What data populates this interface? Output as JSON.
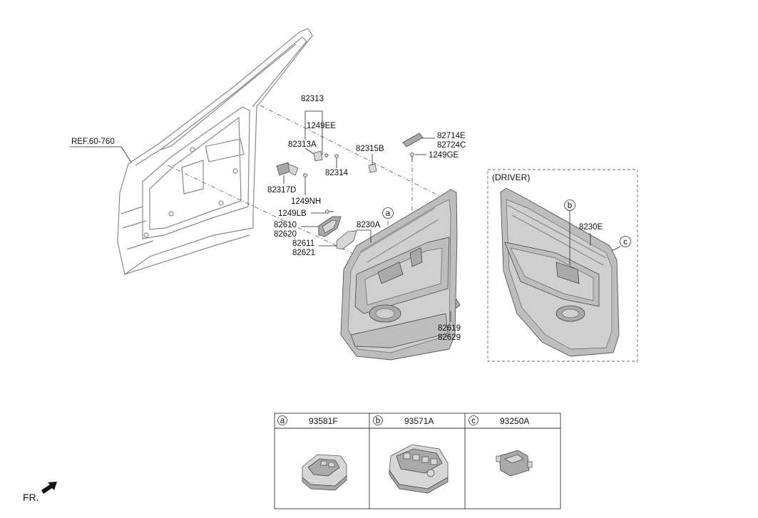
{
  "ref_label": "REF.60-760",
  "fr_label": "FR.",
  "driver_label": "(DRIVER)",
  "parts": {
    "p82313": "82313",
    "p1249EE": "1249EE",
    "p82313A": "82313A",
    "p82314": "82314",
    "p82315B": "82315B",
    "p82714E": "82714E",
    "p82724C": "82724C",
    "p1249GE": "1249GE",
    "p82317D": "82317D",
    "p1249NH": "1249NH",
    "p1249LB": "1249LB",
    "p82610": "82610",
    "p82620": "82620",
    "p82611": "82611",
    "p82621": "82621",
    "p8230A": "8230A",
    "p82619": "82619",
    "p82629": "82629",
    "p8230E": "8230E"
  },
  "callouts": {
    "a": "a",
    "b": "b",
    "c": "c"
  },
  "legend": [
    {
      "letter": "a",
      "part": "93581F"
    },
    {
      "letter": "b",
      "part": "93571A"
    },
    {
      "letter": "c",
      "part": "93250A"
    }
  ]
}
